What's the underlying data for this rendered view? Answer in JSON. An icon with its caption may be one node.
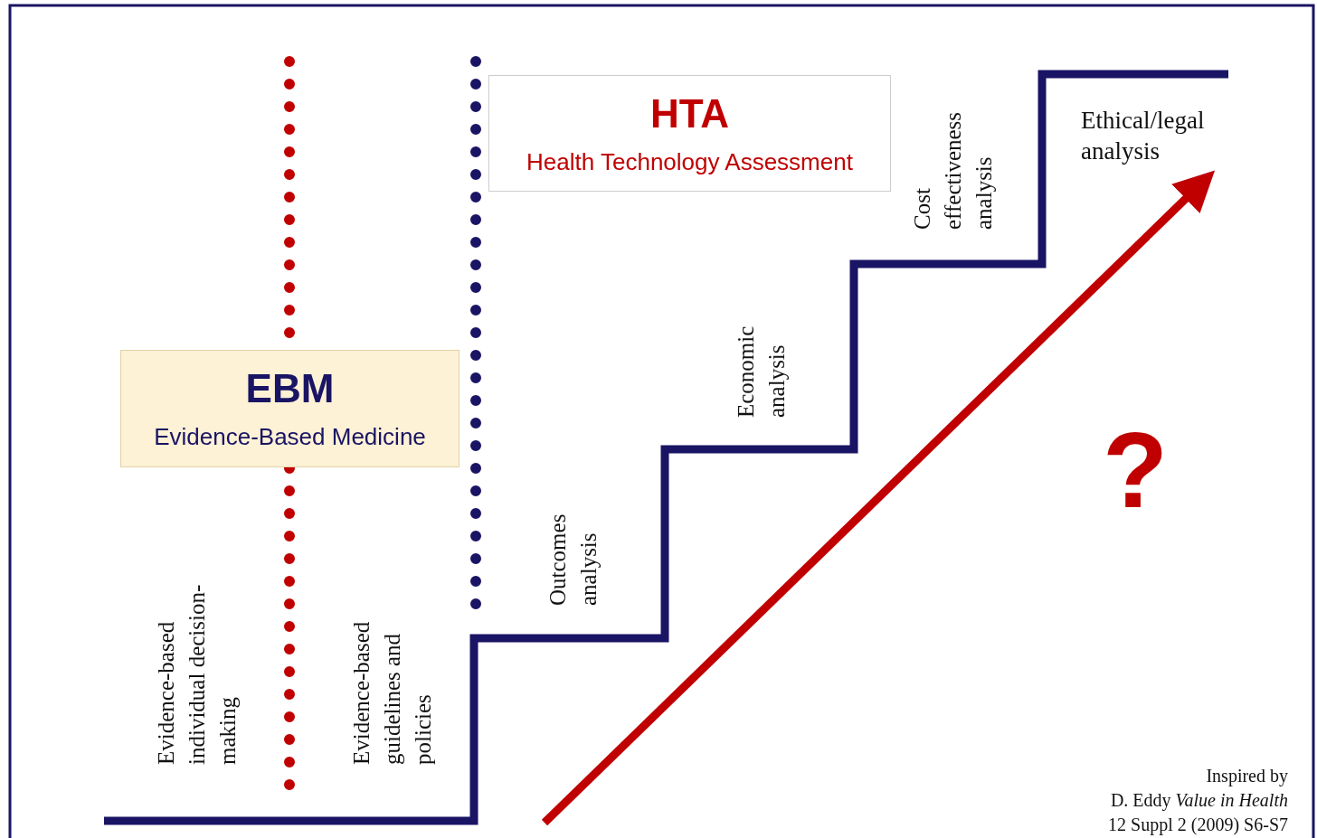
{
  "diagram": {
    "nodes": [
      {
        "text": [
          "HTA",
          "Health Technology Assessment"
        ]
      },
      {
        "text": [
          "EBM",
          "Evidence-Based Medicine"
        ]
      }
    ],
    "edges": [],
    "labels": [
      "Cost effectiveness analysis",
      "Ethical/legal analysis",
      "Economic analysis",
      "?",
      "Outcomes analysis",
      "Evidence-based individual decision-making",
      "Evidence-based guidelines and policies",
      "Inspired by",
      "D. Eddy *Value in Health*",
      "12 Suppl 2 (2009) S6-S7"
    ]
  }
}
